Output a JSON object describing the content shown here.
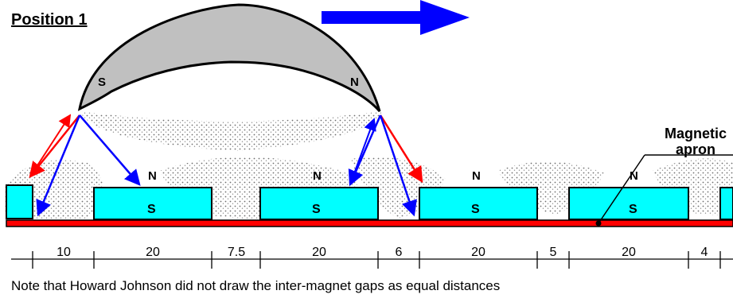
{
  "title": "Position 1",
  "apron_label_line1": "Magnetic",
  "apron_label_line2": "apron",
  "note": "Note that Howard Johnson did not draw the inter-magnet gaps as equal distances",
  "horseshoe": {
    "left_pole": "S",
    "right_pole": "N"
  },
  "apron_magnets": [
    {
      "top_pole": "N",
      "face": "S"
    },
    {
      "top_pole": "N",
      "face": "S"
    },
    {
      "top_pole": "N",
      "face": "S"
    },
    {
      "top_pole": "N",
      "face": "S"
    }
  ],
  "dimensions": [
    "10",
    "20",
    "7.5",
    "20",
    "6",
    "20",
    "5",
    "20",
    "4"
  ],
  "colors": {
    "magnet_fill": "#00ffff",
    "apron": "#ff0000",
    "horseshoe_fill": "#c0c0c0",
    "arrow_blue": "#0000ff",
    "force_red": "#ff0000",
    "force_blue": "#0000ff"
  },
  "direction_arrow": "right"
}
